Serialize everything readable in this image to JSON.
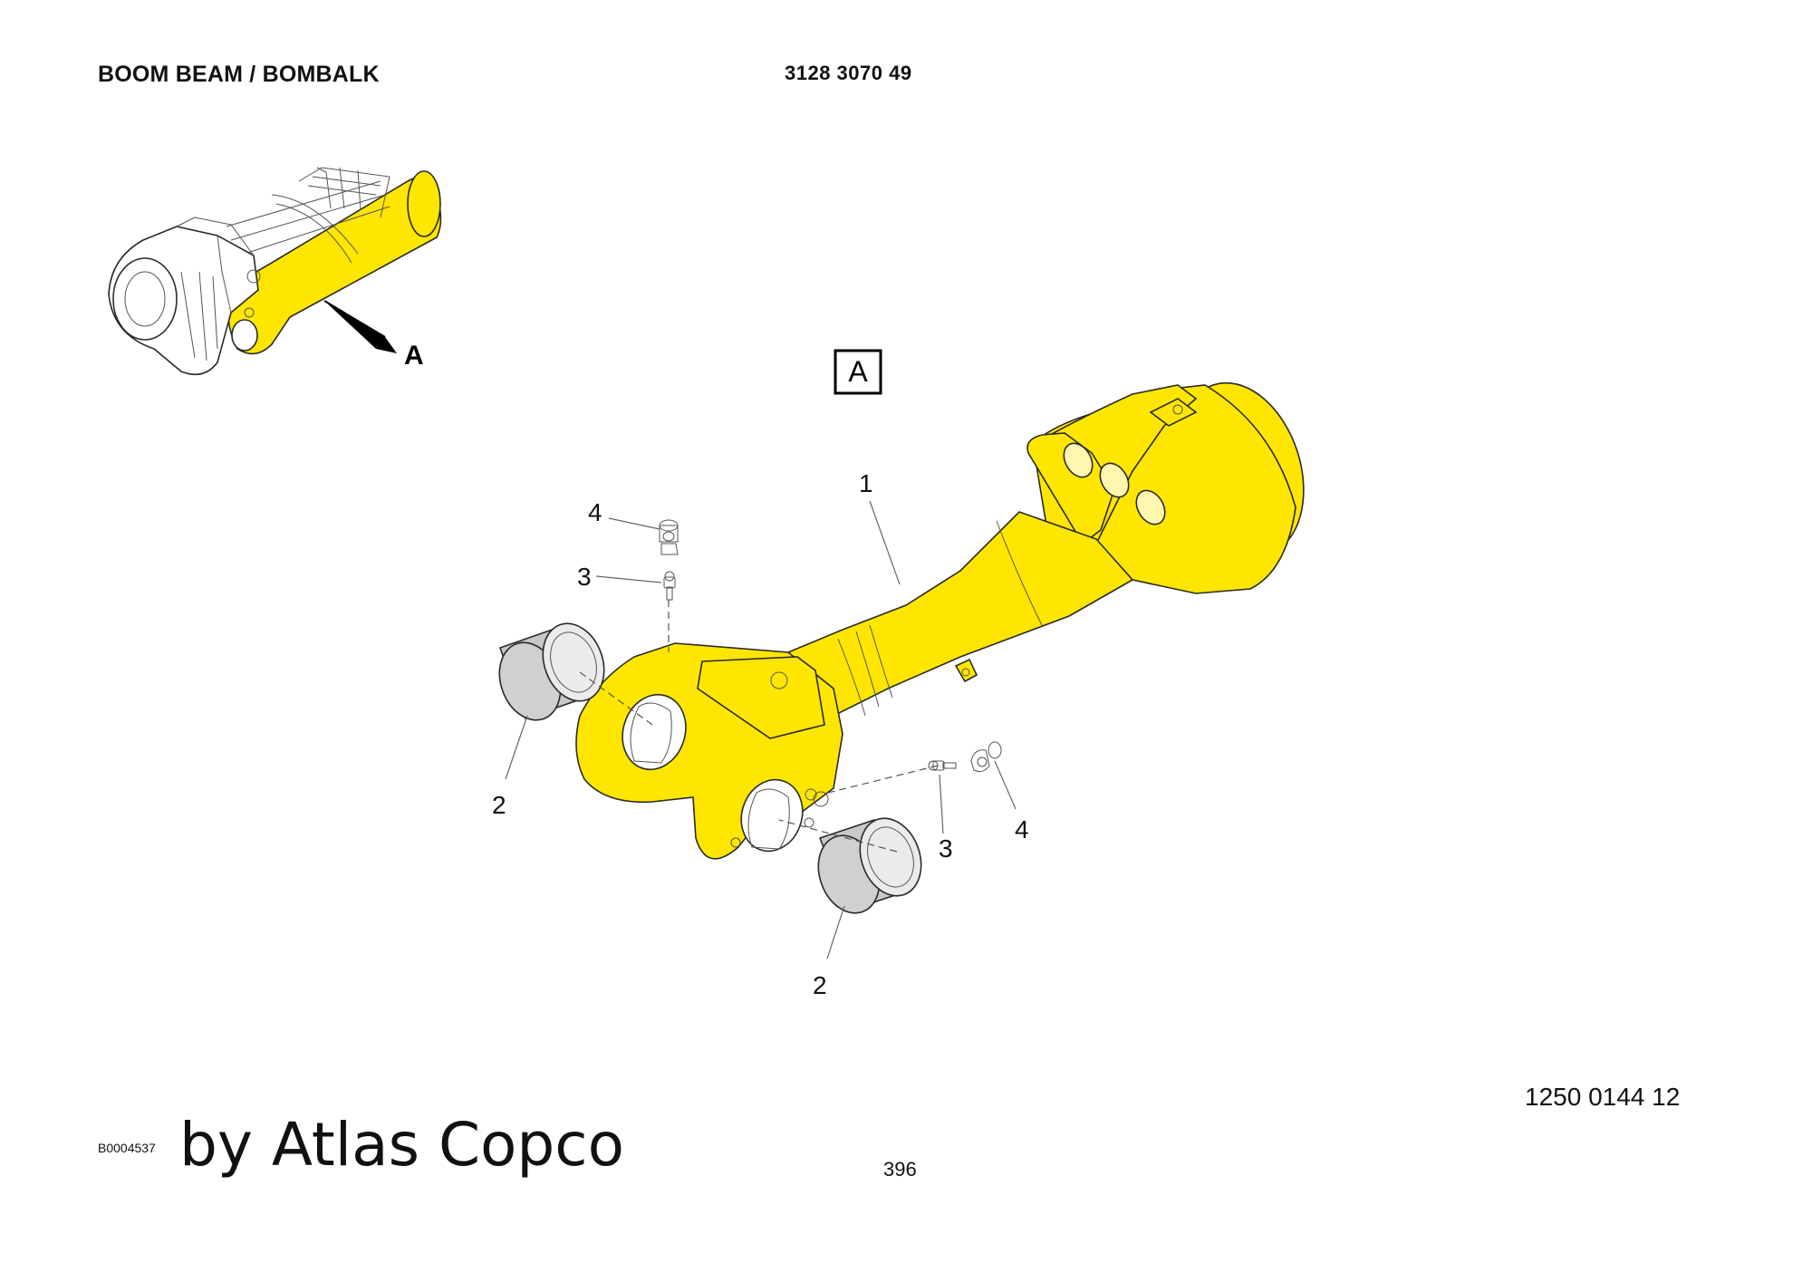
{
  "header": {
    "title": "BOOM BEAM / BOMBALK",
    "part_number": "3128 3070 49"
  },
  "overview": {
    "view_marker": "A"
  },
  "detail": {
    "view_label": "A",
    "callouts": {
      "boom_beam": "1",
      "bushing_left": "2",
      "bushing_right": "2",
      "nipple_left": "3",
      "nipple_right": "3",
      "cap_left": "4",
      "cap_right": "4"
    }
  },
  "colors": {
    "boom_yellow": "#ffe600",
    "bushing_grey": "#c8c8c8",
    "cap_red": "#e8202a",
    "nipple_orange": "#e8a33a"
  },
  "footer": {
    "image_id": "B0004537",
    "brand": "by Atlas Copco",
    "page_number": "396",
    "document_number": "1250 0144 12"
  }
}
